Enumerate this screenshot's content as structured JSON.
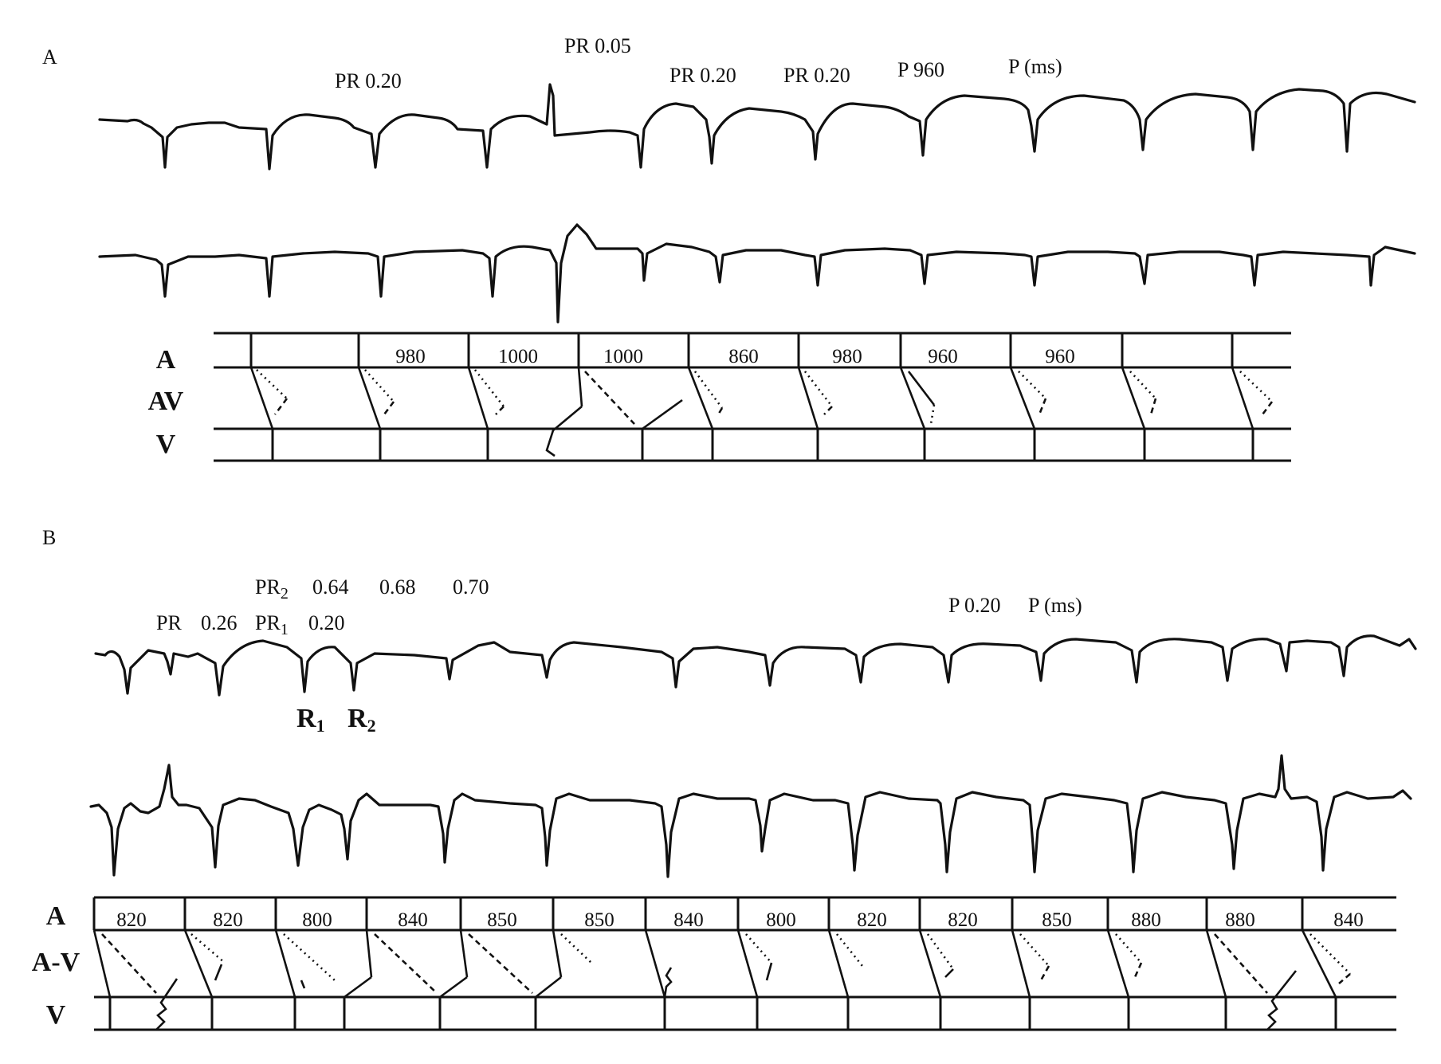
{
  "panel_a": {
    "label": "A",
    "annotations": {
      "pr_1": "PR  0.20",
      "pr_2": "PR 0.05",
      "pr_3": "PR 0.20",
      "pr_4": "PR 0.20",
      "p_value": "P 960",
      "p_unit": "P (ms)"
    },
    "ladder_rows": [
      "A",
      "AV",
      "V"
    ],
    "intervals": [
      "",
      "980",
      "1000",
      "1000",
      "860",
      "980",
      "960",
      "960",
      "",
      ""
    ]
  },
  "panel_b": {
    "label": "B",
    "annotations": {
      "pr2_label": "PR",
      "pr2_sub": "2",
      "pr2_v1": "0.64",
      "pr2_v2": "0.68",
      "pr2_v3": "0.70",
      "pr_label": "PR",
      "pr_value": "0.26",
      "pr1_label": "PR",
      "pr1_sub": "1",
      "pr1_value": "0.20",
      "p_value": "P  0.20",
      "p_unit": "P (ms)",
      "r1_label": "R",
      "r1_sub": "1",
      "r2_label": "R",
      "r2_sub": "2"
    },
    "ladder_rows": [
      "A",
      "A-V",
      "V"
    ],
    "intervals": [
      "820",
      "820",
      "800",
      "840",
      "850",
      "850",
      "840",
      "800",
      "820",
      "820",
      "850",
      "880",
      "880",
      "840"
    ]
  }
}
